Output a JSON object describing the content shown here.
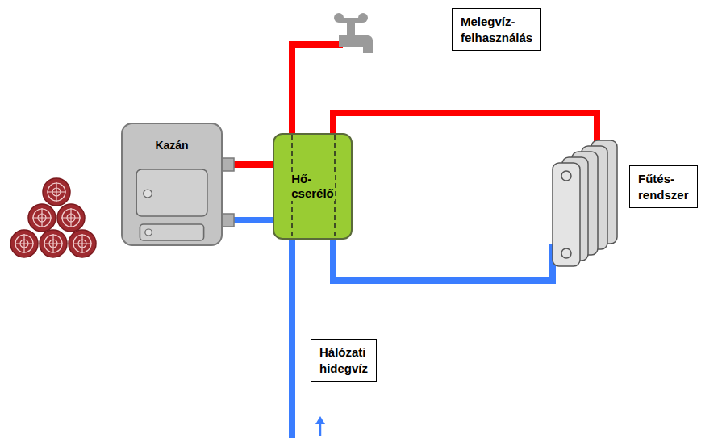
{
  "diagram": {
    "nodes": [
      {
        "text": [
          "Kazán"
        ]
      },
      {
        "text": [
          "Hő- cserélő"
        ]
      },
      {
        "text": [
          "Melegvíz- felhasználás"
        ]
      },
      {
        "text": [
          "Fűtés- rendszer"
        ]
      },
      {
        "text": [
          "Hálózati hidegvíz"
        ]
      }
    ],
    "edges": [
      {
        "from": 0,
        "to": 1,
        "arrow": "none"
      },
      {
        "from": 0,
        "to": 1,
        "arrow": "none"
      }
    ]
  }
}
